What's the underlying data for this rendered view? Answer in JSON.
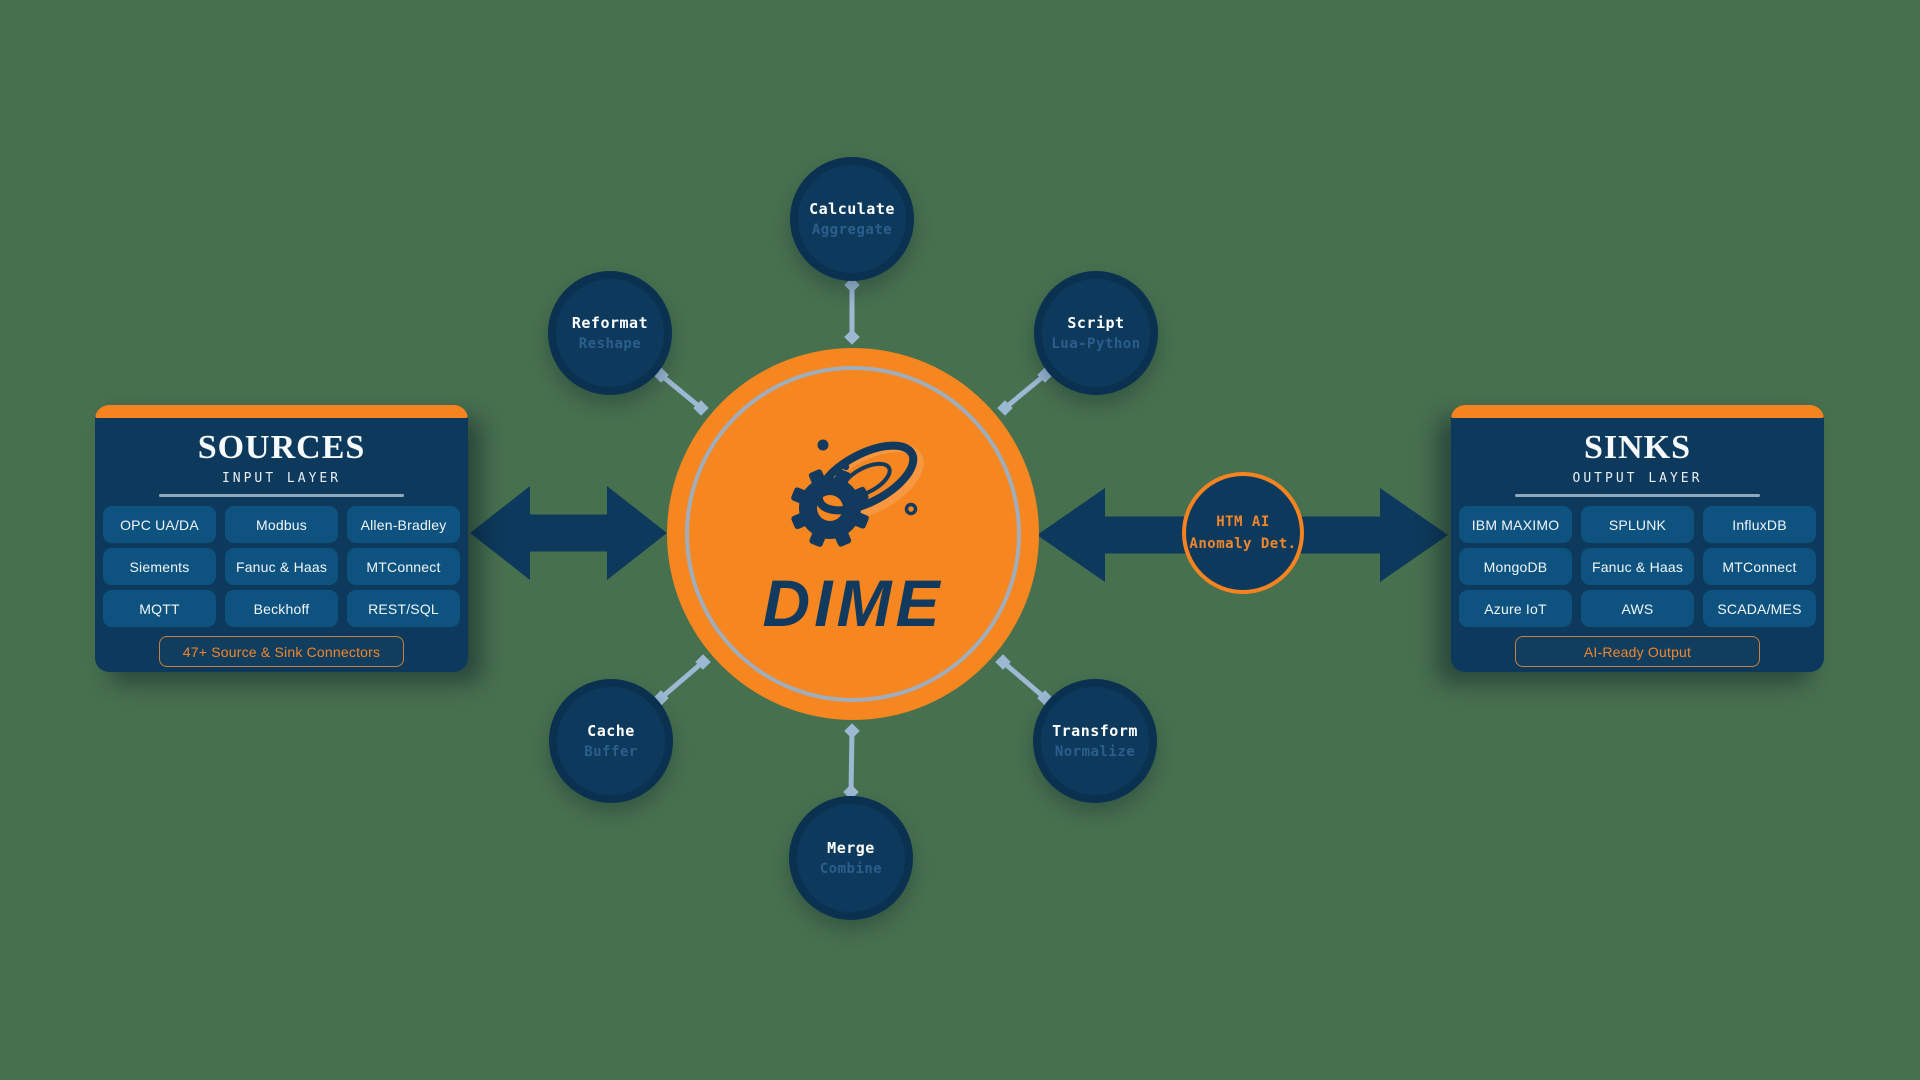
{
  "colors": {
    "background": "#47704F",
    "navy": "#0D3A5C",
    "chip_blue": "#0E5380",
    "orange": "#F5831F",
    "hub_orange": "#F6861F",
    "orange_text": "#F0872C",
    "steel_blue_text": "#2B5E8C",
    "connector_blue": "#9CB9D4",
    "ring_gray": "#9FADBD"
  },
  "center": {
    "title": "DIME"
  },
  "htm_node": {
    "line1": "HTM AI",
    "line2": "Anomaly Det."
  },
  "satellites": [
    {
      "label": "Calculate",
      "sublabel": "Aggregate"
    },
    {
      "label": "Reformat",
      "sublabel": "Reshape"
    },
    {
      "label": "Script",
      "sublabel": "Lua-Python"
    },
    {
      "label": "Cache",
      "sublabel": "Buffer"
    },
    {
      "label": "Merge",
      "sublabel": "Combine"
    },
    {
      "label": "Transform",
      "sublabel": "Normalize"
    }
  ],
  "sources_panel": {
    "title": "SOURCES",
    "subtitle": "INPUT LAYER",
    "chips": [
      "OPC UA/DA",
      "Modbus",
      "Allen-Bradley",
      "Siements",
      "Fanuc & Haas",
      "MTConnect",
      "MQTT",
      "Beckhoff",
      "REST/SQL"
    ],
    "footer_button": "47+ Source & Sink Connectors"
  },
  "sinks_panel": {
    "title": "SINKS",
    "subtitle": "OUTPUT LAYER",
    "chips": [
      "IBM MAXIMO",
      "SPLUNK",
      "InfluxDB",
      "MongoDB",
      "Fanuc & Haas",
      "MTConnect",
      "Azure IoT",
      "AWS",
      "SCADA/MES"
    ],
    "footer_button": "AI-Ready Output"
  }
}
